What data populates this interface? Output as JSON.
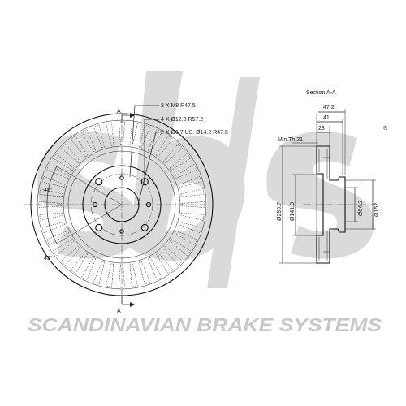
{
  "watermark": {
    "logo_text": "sbs",
    "brand_line": "SCANDINAVIAN BRAKE SYSTEMS",
    "registered_mark": "®"
  },
  "front_view": {
    "section_marker_top": "A",
    "section_marker_bottom": "A",
    "callouts": {
      "bolt_thread": "2 X M8 R47.5",
      "wheel_holes": "4 X Ø12.8 R57.2",
      "locating_holes": "2 X Ø6.7 US. Ø14.2 R47.5"
    },
    "angle_upper": "45°",
    "angle_lower": "45°"
  },
  "section_view": {
    "title": "Section A-A",
    "min_thickness": "Min Th 21",
    "dim_overall_height": "47.2",
    "dim_width": "41",
    "dim_thickness": "23",
    "dim_outer_diameter": "Ø259.7",
    "dim_center_diameter": "Ø141.3",
    "dim_bore": "Ø64.2",
    "dim_hat": "Ø152"
  }
}
